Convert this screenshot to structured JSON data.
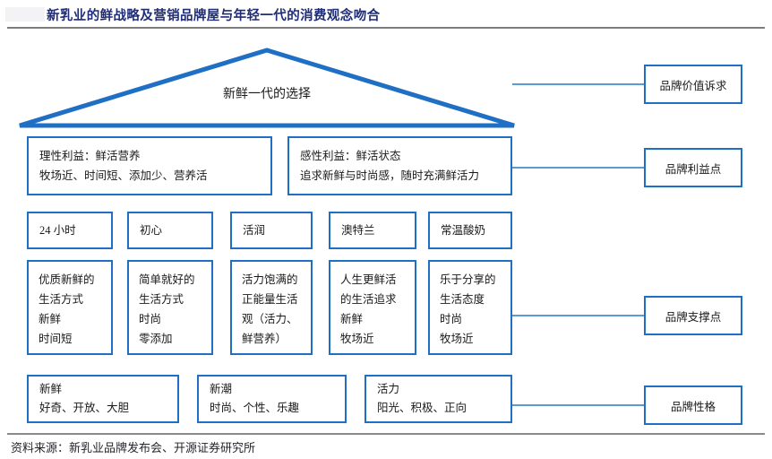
{
  "title": "新乳业的鲜战略及营销品牌屋与年轻一代的消费观念吻合",
  "footer": "资料来源：新乳业品牌发布会、开源证券研究所",
  "roof": {
    "label": "新鲜一代的选择"
  },
  "benefits": [
    {
      "heading": "理性利益：鲜活营养",
      "detail": "牧场近、时间短、添加少、营养活"
    },
    {
      "heading": "感性利益：鲜活状态",
      "detail": "追求新鲜与时尚感，随时充满鲜活力"
    }
  ],
  "products": [
    "24 小时",
    "初心",
    "活润",
    "澳特兰",
    "常温酸奶"
  ],
  "pillars": [
    [
      "优质新鲜的",
      "生活方式",
      "新鲜",
      "时间短"
    ],
    [
      "简单就好的",
      "生活方式",
      "时尚",
      "零添加"
    ],
    [
      "活力饱满的",
      "正能量生活",
      "观（活力、",
      "鲜营养）"
    ],
    [
      "人生更鲜活",
      "的生活追求",
      "新鲜",
      "牧场近"
    ],
    [
      "乐于分享的",
      "生活态度",
      "时尚",
      "牧场近"
    ]
  ],
  "traits": [
    {
      "heading": "新鲜",
      "detail": "好奇、开放、大胆"
    },
    {
      "heading": "新潮",
      "detail": "时尚、个性、乐趣"
    },
    {
      "heading": "活力",
      "detail": "阳光、积极、正向"
    }
  ],
  "side_labels": [
    "品牌价值诉求",
    "品牌利益点",
    "品牌支撑点",
    "品牌性格"
  ],
  "colors": {
    "accent": "#1f6fc4",
    "connector": "#5b9bd5",
    "title": "#1f2d76",
    "rule": "#7d7d7d"
  }
}
